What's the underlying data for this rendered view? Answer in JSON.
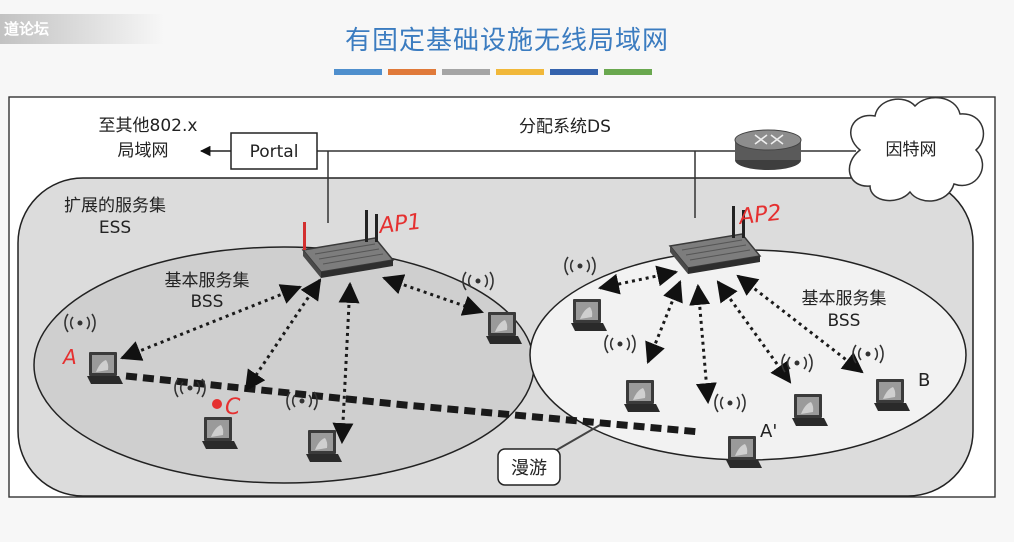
{
  "header": {
    "watermark": "道论坛",
    "title": "有固定基础设施无线局域网",
    "color_bar": [
      "#4f8fcd",
      "#e07a3a",
      "#a5a5a5",
      "#f1b83a",
      "#3563ad",
      "#6aa84f"
    ]
  },
  "diagram": {
    "to_other_lan_line1": "至其他802.x",
    "to_other_lan_line2": "局域网",
    "portal": "Portal",
    "ds": "分配系统DS",
    "internet": "因特网",
    "ess_line1": "扩展的服务集",
    "ess_line2": "ESS",
    "bss_left_line1": "基本服务集",
    "bss_left_line2": "BSS",
    "bss_right_line1": "基本服务集",
    "bss_right_line2": "BSS",
    "ap1_handwritten": "AP1",
    "ap2_handwritten": "AP2",
    "station_a_handwritten": "A",
    "station_c_handwritten": "C",
    "station_b": "B",
    "station_a_prime": "A'",
    "roaming": "漫游"
  },
  "colors": {
    "title": "#3b7cc0",
    "handwriting": "#e53030",
    "ess_fill": "#dcdcdc",
    "bss_left_fill": "#cfcfcf",
    "bss_right_fill": "#f2f2f2"
  }
}
